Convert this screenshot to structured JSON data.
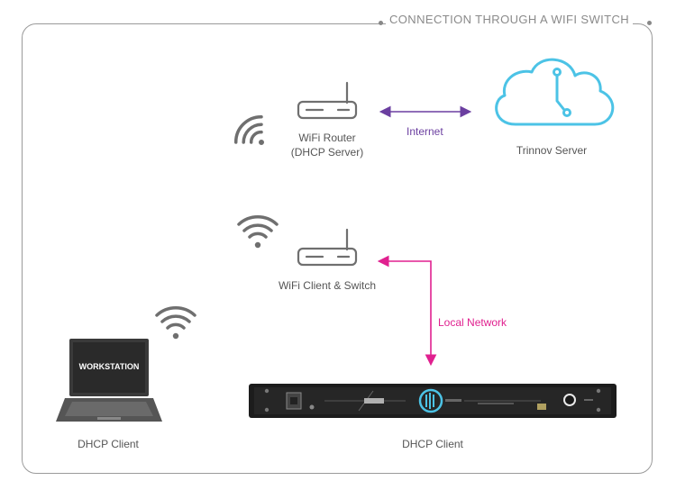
{
  "title": "CONNECTION THROUGH A WIFI SWITCH",
  "nodes": {
    "router": {
      "line1": "WiFi Router",
      "line2": "(DHCP Server)"
    },
    "server": {
      "label": "Trinnov Server"
    },
    "switch": {
      "label": "WiFi Client & Switch"
    },
    "laptop": {
      "label": "DHCP Client",
      "screen_text": "WORKSTATION"
    },
    "processor": {
      "label": "DHCP Client"
    }
  },
  "links": {
    "internet": "Internet",
    "local_network": "Local Network"
  },
  "colors": {
    "internet": "#6b3fa0",
    "local_network": "#e0208f",
    "cloud": "#4cc3e6",
    "icon": "#6f6f6f",
    "frame": "#9a9a9a"
  }
}
